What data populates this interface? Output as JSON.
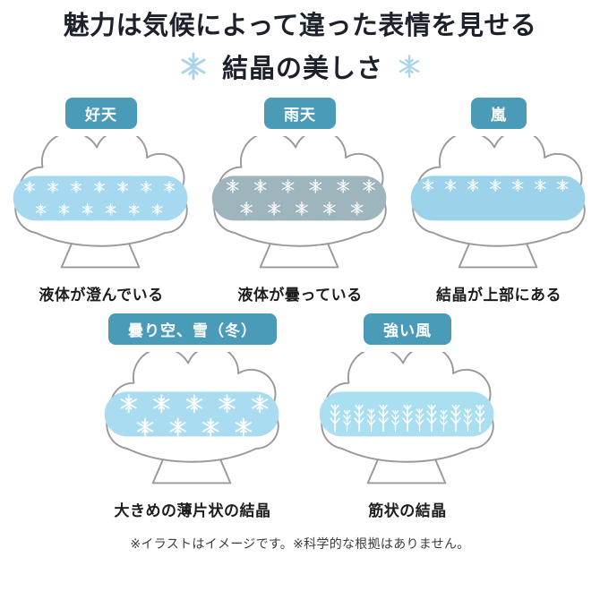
{
  "header": {
    "title": "魅力は気候によって違った表情を見せる",
    "subtitle": "結晶の美しさ"
  },
  "panels": [
    {
      "badge": "好天",
      "caption": "液体が澄んでいる",
      "liquid_color": "#a6d9ef"
    },
    {
      "badge": "雨天",
      "caption": "液体が曇っている",
      "liquid_color": "#9eb5bd"
    },
    {
      "badge": "嵐",
      "caption": "結晶が上部にある",
      "liquid_color": "#9cd3ea"
    },
    {
      "badge": "曇り空、雪（冬）",
      "caption": "大きめの薄片状の結晶",
      "liquid_color": "#a9dcf0"
    },
    {
      "badge": "強い風",
      "caption": "筋状の結晶",
      "liquid_color": "#aadff2"
    }
  ],
  "footer": {
    "note": "※イラストはイメージです。※科学的な根拠はありません。"
  },
  "colors": {
    "badge-bg": "#4a9bb8",
    "badge-text": "#ffffff",
    "title-ink": "#1c212b",
    "caption-ink": "#1d1d1d",
    "outline": "#999999",
    "crystal-white": "#ffffff",
    "accent-flake": "#a9d4ea",
    "note-ink": "#3c3c3c"
  }
}
